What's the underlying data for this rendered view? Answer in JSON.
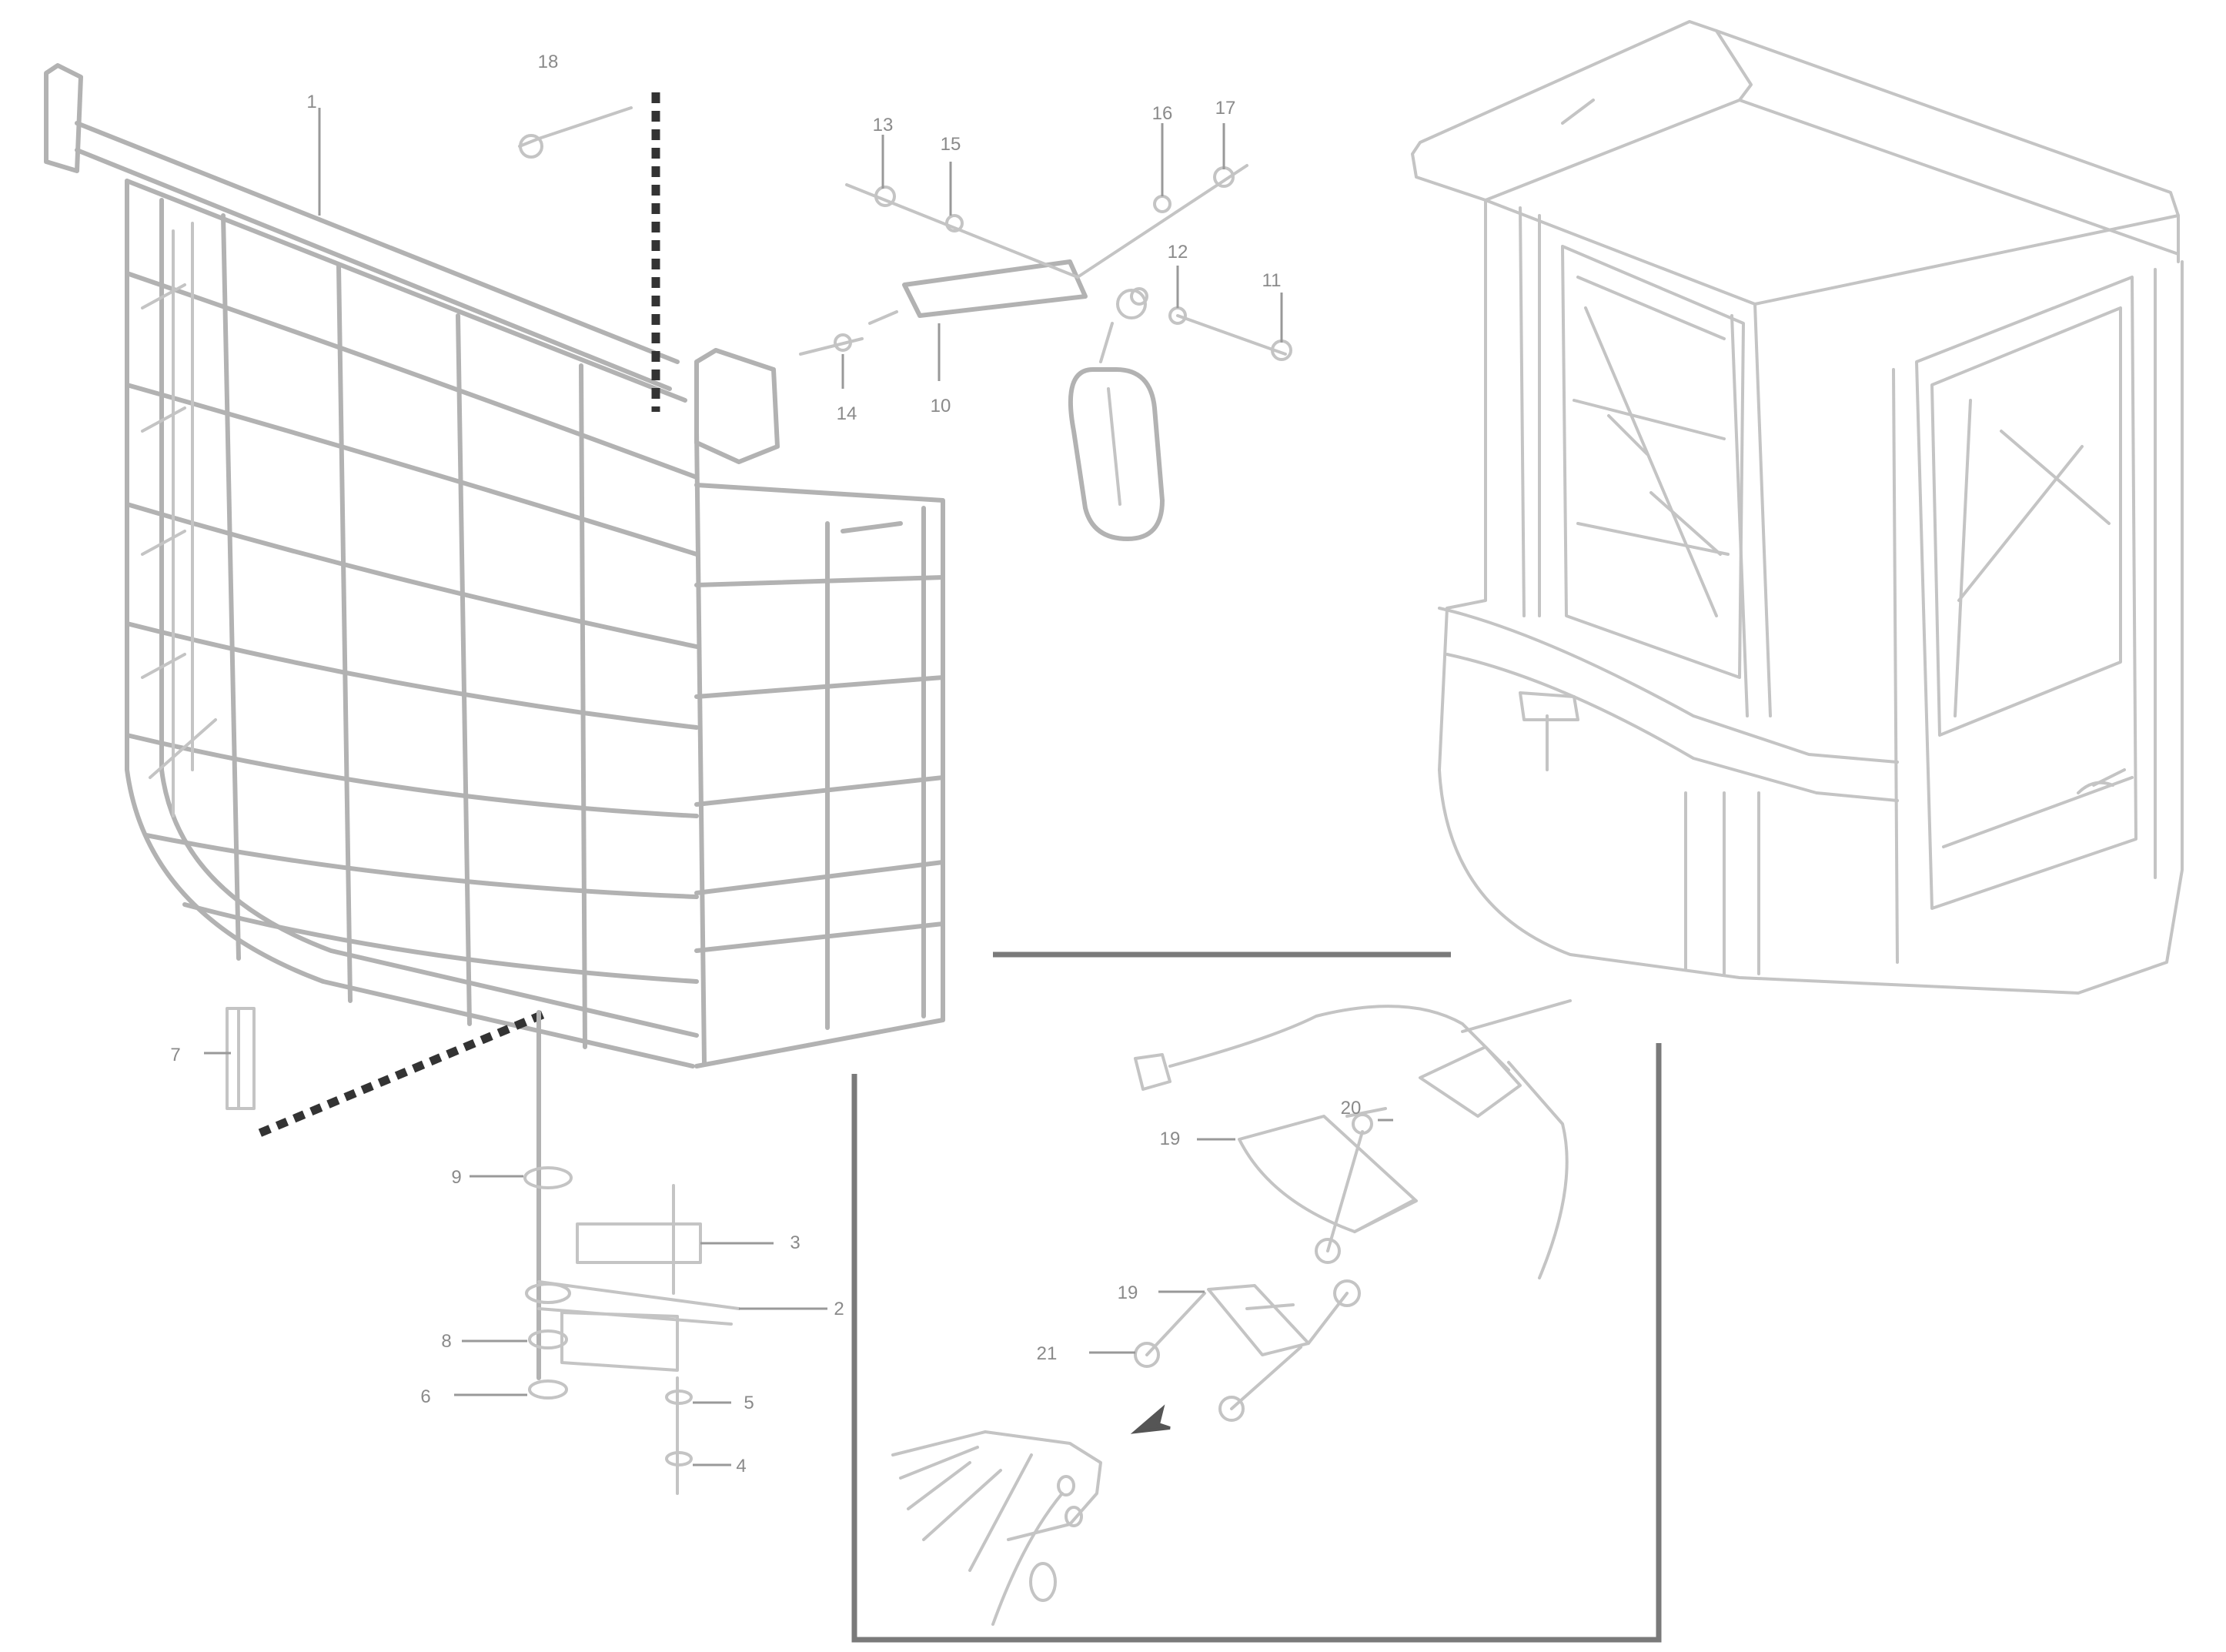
{
  "diagram": {
    "part_numbers": [
      "1",
      "18",
      "13",
      "15",
      "16",
      "17",
      "12",
      "11",
      "14",
      "10",
      "7",
      "9",
      "3",
      "2",
      "8",
      "6",
      "5",
      "4",
      "20",
      "19",
      "19",
      "21"
    ],
    "reference_code": "",
    "reference_tag": "",
    "colors": {
      "line": "#b2b2b2",
      "dashed_connector": "#333333",
      "detail_frame": "#7a7a7a",
      "label": "#8a8a8a"
    }
  }
}
